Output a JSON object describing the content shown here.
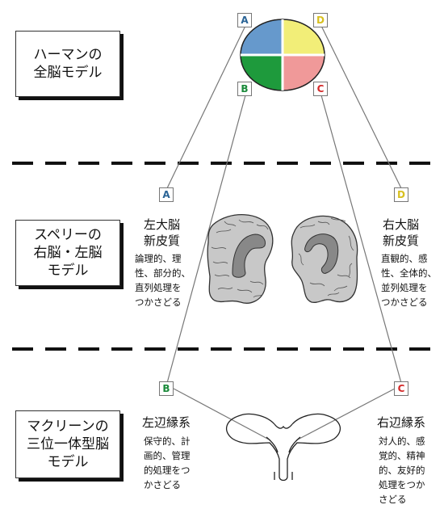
{
  "colors": {
    "quadrant_a": "#6699cc",
    "quadrant_b": "#1e9a3c",
    "quadrant_c": "#f09999",
    "quadrant_d": "#f2ee78",
    "tag_a": "#2a6496",
    "tag_b": "#1a8a3a",
    "tag_c": "#d42a2a",
    "tag_d": "#d8c020"
  },
  "tags": {
    "a_top": "A",
    "b_top": "B",
    "c_top": "C",
    "d_top": "D",
    "a_mid": "A",
    "d_mid": "D",
    "b_bot": "B",
    "c_bot": "C"
  },
  "models": {
    "herrmann": "ハーマンの\n全脳モデル",
    "sperry": "スペリーの\n右脳・左脳\nモデル",
    "maclean": "マクリーンの\n三位一体型脳\nモデル"
  },
  "sperry": {
    "left_title": "左大脳\n新皮質",
    "left_desc": "論理的、理\n性、部分的、\n直列処理を\nつかさどる",
    "right_title": "右大脳\n新皮質",
    "right_desc": "直観的、感\n性、全体的、\n並列処理を\nつかさどる"
  },
  "maclean": {
    "left_title": "左辺縁系",
    "left_desc": "保守的、計\n画的、管理\n的処理をつ\nかさどる",
    "right_title": "右辺縁系",
    "right_desc": "対人的、感\n覚的、精神\n的、友好的\n処理をつか\nさどる"
  }
}
